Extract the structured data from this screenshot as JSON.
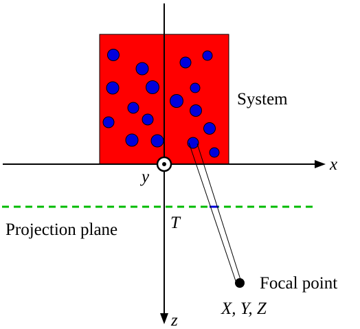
{
  "labels": {
    "system": "System",
    "projection_plane": "Projection plane",
    "focal_point": "Focal point",
    "focal_coords": "X, Y, Z",
    "axis_x": "x",
    "axis_y": "y",
    "axis_z": "z",
    "distance_t": "T"
  },
  "colors": {
    "system_fill": "#ff0000",
    "particle_fill": "#0000dd",
    "projection_plane": "#00bb00",
    "axis": "#000000"
  }
}
